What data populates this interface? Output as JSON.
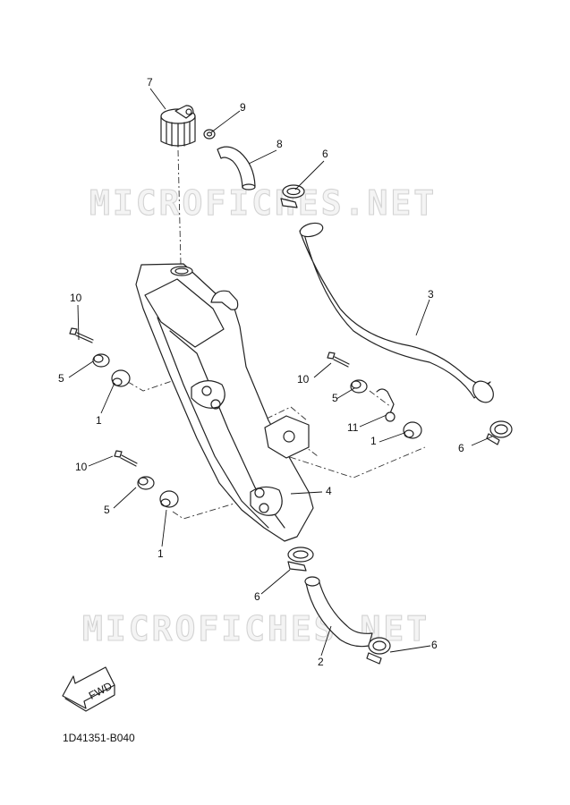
{
  "watermark": "MICROFICHES.NET",
  "diagram_code": "1D41351-B040",
  "fwd_label": "FWD",
  "callouts": [
    "7",
    "9",
    "8",
    "6",
    "3",
    "10",
    "5",
    "1",
    "10",
    "5",
    "11",
    "1",
    "6",
    "10",
    "5",
    "1",
    "4",
    "6",
    "2",
    "6"
  ]
}
